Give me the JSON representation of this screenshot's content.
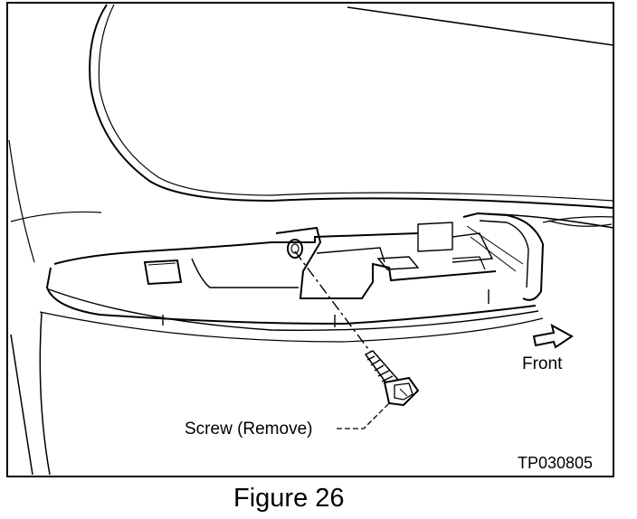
{
  "labels": {
    "screw": "Screw (Remove)",
    "front": "Front",
    "code": "TP030805"
  },
  "caption": "Figure 26",
  "colors": {
    "line": "#000000",
    "background": "#ffffff"
  }
}
